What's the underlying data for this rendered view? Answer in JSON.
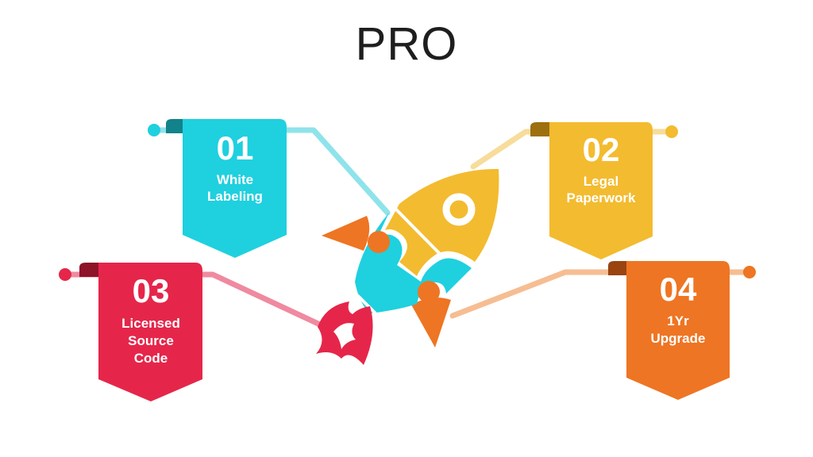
{
  "title": "PRO",
  "colors": {
    "cyan": "#1fd0df",
    "yellow": "#f3bb2f",
    "red": "#e5264a",
    "orange": "#ee7523"
  },
  "items": [
    {
      "number": "01",
      "lines": [
        "White",
        "Labeling"
      ]
    },
    {
      "number": "02",
      "lines": [
        "Legal",
        "Paperwork"
      ]
    },
    {
      "number": "03",
      "lines": [
        "Licensed",
        "Source",
        "Code"
      ]
    },
    {
      "number": "04",
      "lines": [
        "1Yr",
        "Upgrade"
      ]
    }
  ]
}
